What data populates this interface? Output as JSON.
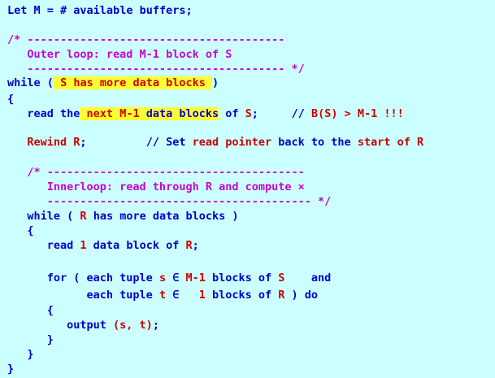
{
  "colors": {
    "background": "#ccffff",
    "keyword": "#0000cc",
    "identifier": "#cc0000",
    "comment": "#cc00cc",
    "highlight": "#ffff33"
  },
  "code": {
    "lines": [
      [
        {
          "t": "Let ",
          "c": "kw"
        },
        {
          "t": "M",
          "c": "kw"
        },
        {
          "t": " = # available buffers;",
          "c": "kw"
        }
      ],
      [
        {
          "t": "/* ---------------------------------------",
          "c": "cm"
        }
      ],
      [
        {
          "t": "   Outer loop: read M-1 block of S",
          "c": "cm"
        }
      ],
      [
        {
          "t": "   --------------------------------------- */",
          "c": "cm"
        }
      ],
      [
        {
          "t": "while ",
          "c": "kw"
        },
        {
          "t": "(",
          "c": "kw"
        },
        {
          "t": " ",
          "c": "kw",
          "hl": true
        },
        {
          "t": "S",
          "c": "id",
          "hl": true
        },
        {
          "t": " has more data blocks ",
          "c": "id",
          "hl": true
        },
        {
          "t": ")",
          "c": "kw"
        }
      ],
      [
        {
          "t": "{",
          "c": "kw"
        }
      ],
      [
        {
          "t": "   read ",
          "c": "kw"
        },
        {
          "t": "the",
          "c": "kw"
        },
        {
          "t": " next ",
          "c": "id",
          "hl": true
        },
        {
          "t": "M-1",
          "c": "id",
          "hl": true
        },
        {
          "t": " data blocks",
          "c": "kw",
          "hl": true
        },
        {
          "t": " of ",
          "c": "kw"
        },
        {
          "t": "S",
          "c": "id"
        },
        {
          "t": ";",
          "c": "kw"
        },
        {
          "t": "     // ",
          "c": "kw"
        },
        {
          "t": "B(S) > M-1 !!!",
          "c": "id"
        }
      ],
      [
        {
          "t": "   ",
          "c": "kw"
        },
        {
          "t": "Rewind R",
          "c": "id"
        },
        {
          "t": ";",
          "c": "kw"
        },
        {
          "t": "         // Set ",
          "c": "kw"
        },
        {
          "t": "read pointer",
          "c": "id"
        },
        {
          "t": " back to the ",
          "c": "kw"
        },
        {
          "t": "start of R",
          "c": "id"
        }
      ],
      [
        {
          "t": "   /* ---------------------------------------",
          "c": "cm"
        }
      ],
      [
        {
          "t": "      Innerloop: read through R and compute ×",
          "c": "cm"
        }
      ],
      [
        {
          "t": "      ---------------------------------------- */",
          "c": "cm"
        }
      ],
      [
        {
          "t": "   while ",
          "c": "kw"
        },
        {
          "t": "( ",
          "c": "kw"
        },
        {
          "t": "R",
          "c": "id"
        },
        {
          "t": " has more data blocks ",
          "c": "kw"
        },
        {
          "t": ")",
          "c": "kw"
        }
      ],
      [
        {
          "t": "   {",
          "c": "kw"
        }
      ],
      [
        {
          "t": "      read ",
          "c": "kw"
        },
        {
          "t": "1",
          "c": "id"
        },
        {
          "t": " data block of ",
          "c": "kw"
        },
        {
          "t": "R",
          "c": "id"
        },
        {
          "t": ";",
          "c": "kw"
        }
      ],
      [
        {
          "t": "      for ( each tuple ",
          "c": "kw"
        },
        {
          "t": "s",
          "c": "id"
        },
        {
          "t": " ∈ ",
          "c": "kw"
        },
        {
          "t": "M-1",
          "c": "id"
        },
        {
          "t": " blocks of ",
          "c": "kw"
        },
        {
          "t": "S",
          "c": "id"
        },
        {
          "t": "    and",
          "c": "kw"
        }
      ],
      [
        {
          "t": "            each tuple ",
          "c": "kw"
        },
        {
          "t": "t",
          "c": "id"
        },
        {
          "t": " ∈   ",
          "c": "kw"
        },
        {
          "t": "1",
          "c": "id"
        },
        {
          "t": " blocks of ",
          "c": "kw"
        },
        {
          "t": "R",
          "c": "id"
        },
        {
          "t": " ) do",
          "c": "kw"
        }
      ],
      [
        {
          "t": "      {",
          "c": "kw"
        }
      ],
      [
        {
          "t": "         output ",
          "c": "kw"
        },
        {
          "t": "(s, t)",
          "c": "id"
        },
        {
          "t": ";",
          "c": "kw"
        }
      ],
      [
        {
          "t": "      }",
          "c": "kw"
        }
      ],
      [
        {
          "t": "   }",
          "c": "kw"
        }
      ],
      [
        {
          "t": "}",
          "c": "kw"
        }
      ]
    ]
  }
}
